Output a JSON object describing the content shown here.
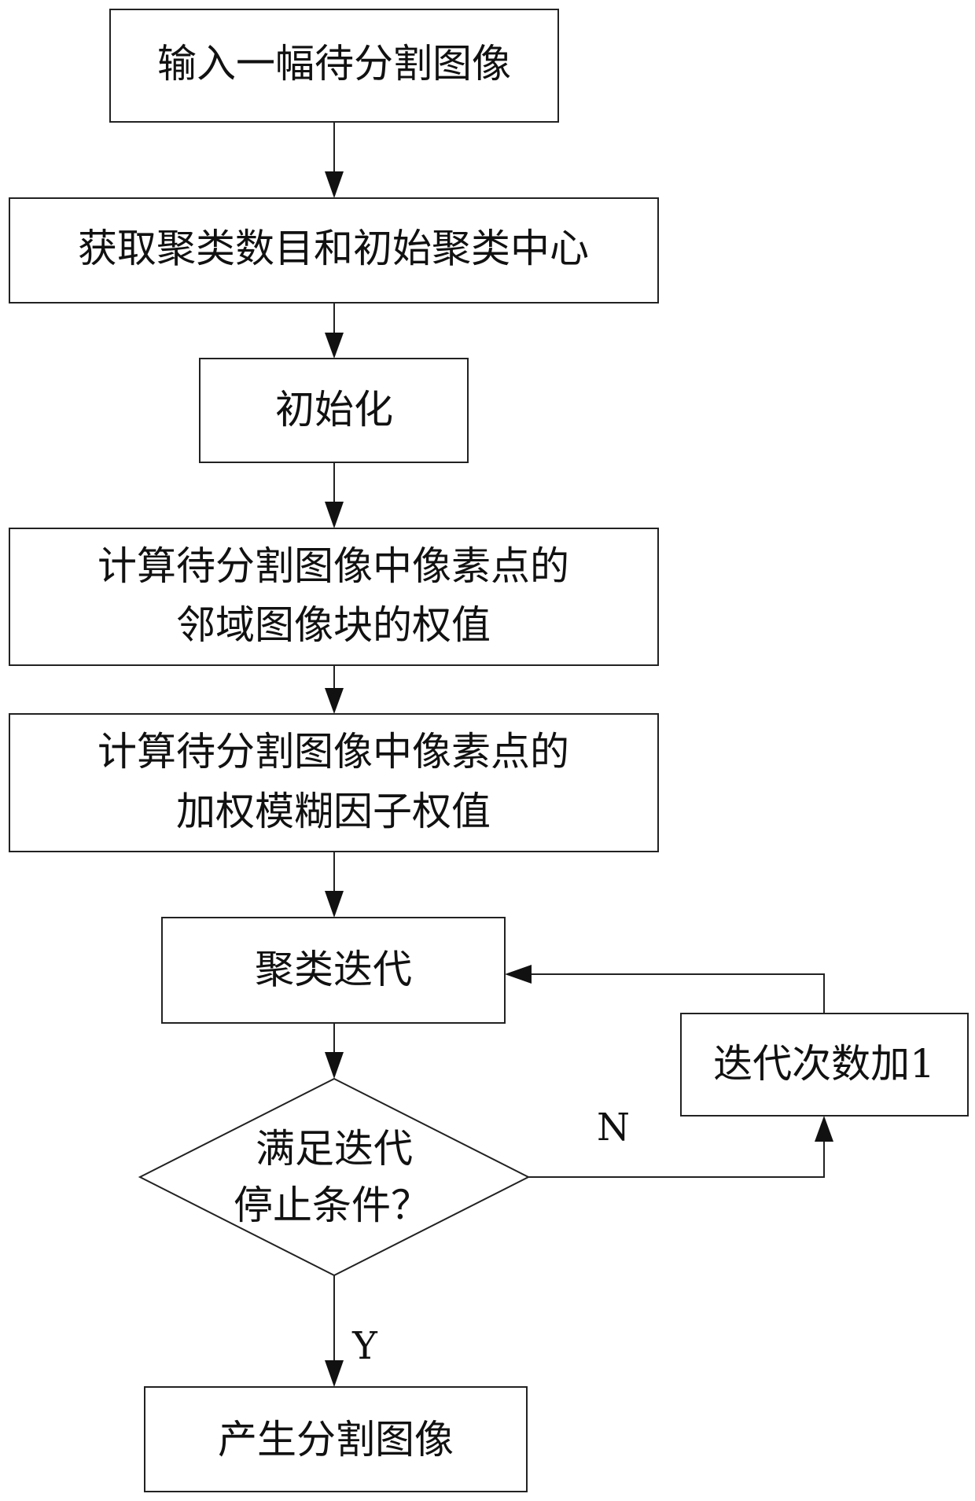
{
  "flowchart": {
    "nodes": {
      "input_image": "输入一幅待分割图像",
      "get_clusters": "获取聚类数目和初始聚类中心",
      "initialize": "初始化",
      "neighborhood_weight_line1": "计算待分割图像中像素点的",
      "neighborhood_weight_line2": "邻域图像块的权值",
      "fuzzy_weight_line1": "计算待分割图像中像素点的",
      "fuzzy_weight_line2": "加权模糊因子权值",
      "cluster_iteration": "聚类迭代",
      "stop_condition_line1": "满足迭代",
      "stop_condition_line2": "停止条件？",
      "increment_iteration": "迭代次数加1",
      "output_image": "产生分割图像"
    },
    "branch_labels": {
      "yes": "Y",
      "no": "N"
    }
  }
}
